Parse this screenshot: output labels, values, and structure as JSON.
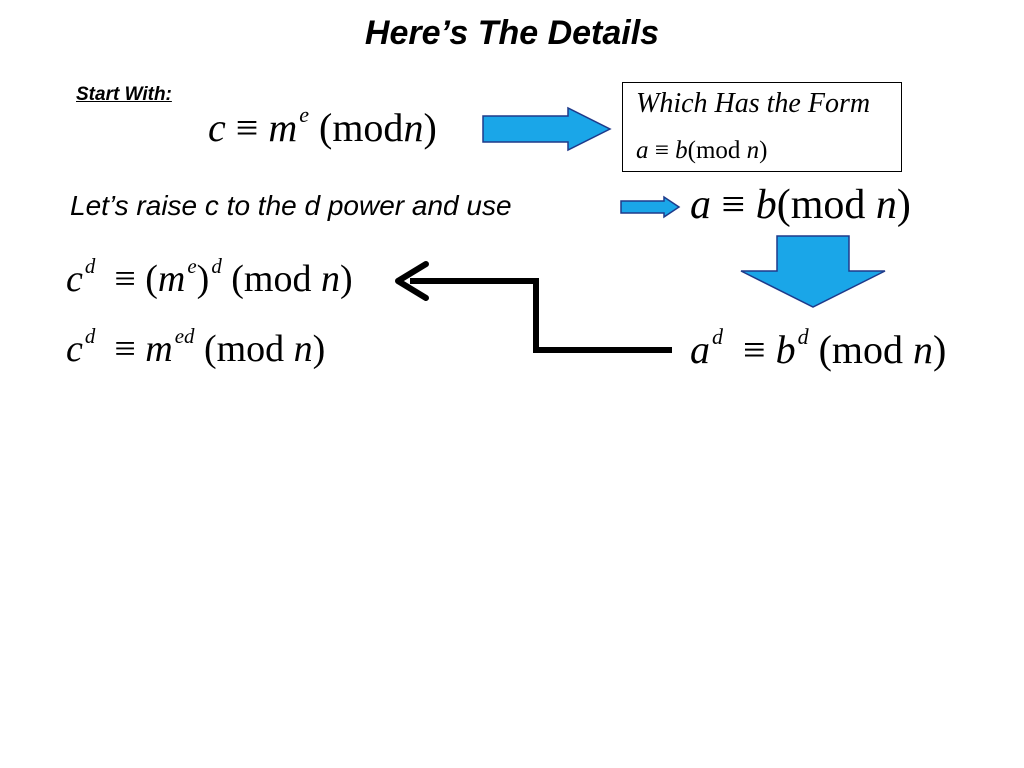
{
  "slide": {
    "title": "Here’s The Details",
    "start_label": "Start With:",
    "sentence": "Let’s raise c to the d power and use",
    "box_title": "Which Has the Form"
  },
  "symbols": {
    "c": "c",
    "m": "m",
    "e": "e",
    "n": "n",
    "d": "d",
    "a": "a",
    "b": "b",
    "ed": "ed",
    "equiv": "≡",
    "mod": "mod",
    "lparen": "(",
    "rparen": ")"
  },
  "colors": {
    "arrow_fill": "#1aa6e8",
    "arrow_stroke": "#1f3a8a",
    "text": "#000000"
  }
}
